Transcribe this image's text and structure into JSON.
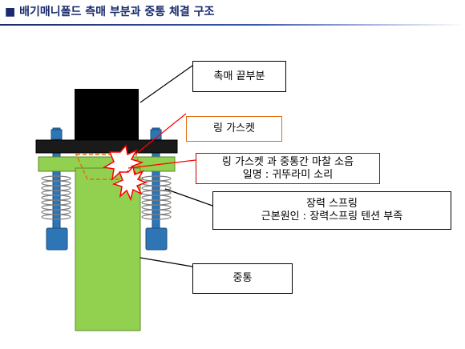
{
  "title": "■ 배기매니폴드 측매 부분과  중통 체결 구조",
  "labels": {
    "catalyst_end": "촉매 끝부분",
    "ring_gasket": "링 가스켓",
    "friction_noise_line1": "링 가스켓 과 중통간 마찰 소음",
    "friction_noise_line2": "일명 : 귀뚜라미 소리",
    "spring_line1": "장력 스프링",
    "spring_line2": "근본원인 :  장력스프링 텐션 부족",
    "center_pipe": "중통"
  },
  "colors": {
    "title": "#1a2a6c",
    "catalyst_block": "#000000",
    "flange": "#1a1a1a",
    "pipe": "#92d050",
    "bolt": "#2e75b6",
    "spring": "#7f7f7f",
    "noise_star": "#ff0000",
    "gasket_outline": "#e46c0a"
  }
}
